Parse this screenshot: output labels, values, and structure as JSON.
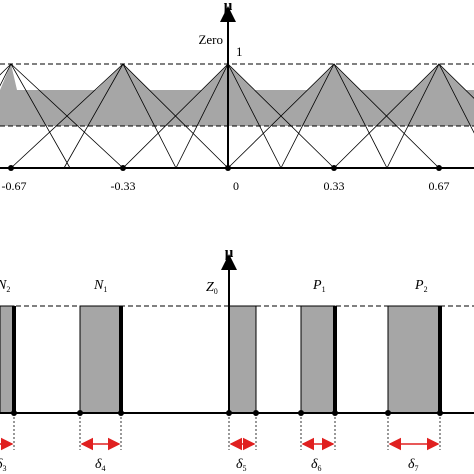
{
  "top_panel": {
    "axis_label": "μ",
    "zero_label": "Zero",
    "one_label": "1",
    "tick_labels": [
      "-0.67",
      "-0.33",
      "0",
      "0.33",
      "0.67"
    ],
    "peaks": [
      -0.67,
      -0.33,
      0,
      0.33,
      0.67
    ],
    "lower_dashed_level": 0.4
  },
  "bottom_panel": {
    "axis_label": "μ",
    "sets": [
      {
        "base": "N",
        "sub": "2"
      },
      {
        "base": "N",
        "sub": "1"
      },
      {
        "base": "Z",
        "sub": "0"
      },
      {
        "base": "P",
        "sub": "1"
      },
      {
        "base": "P",
        "sub": "2"
      }
    ],
    "deltas": [
      {
        "base": "δ",
        "sub": "3"
      },
      {
        "base": "δ",
        "sub": "4"
      },
      {
        "base": "δ",
        "sub": "5"
      },
      {
        "base": "δ",
        "sub": "6"
      },
      {
        "base": "δ",
        "sub": "7"
      }
    ]
  },
  "colors": {
    "fill": "#a6a6a6",
    "line": "#000000",
    "arrow": "#e02020"
  }
}
